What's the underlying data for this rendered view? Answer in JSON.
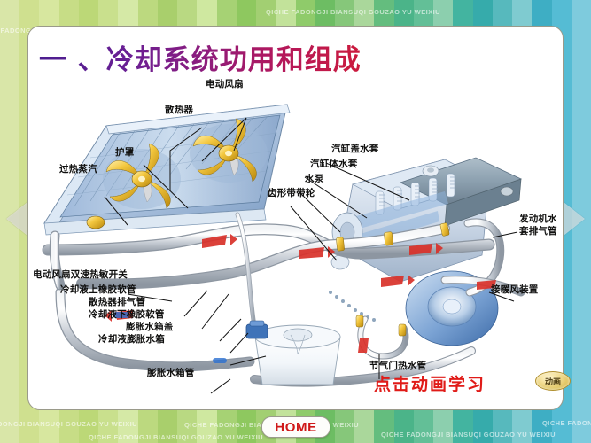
{
  "slide": {
    "title": "一 、冷却系统功用和组成",
    "title_gradient_from": "#4b1d8f",
    "title_gradient_to": "#cc1a3c"
  },
  "background": {
    "watermark_text": "QICHE FADONGJI BIANSUQI GOUZAO YU WEIXIU",
    "stripe_colors": [
      "#d9e6a8",
      "#cfe08f",
      "#d7e79f",
      "#c7dd86",
      "#bcd877",
      "#c9e08d",
      "#d5e9a6",
      "#bcd97f",
      "#a9cf6c",
      "#b9d982",
      "#cfe8a0",
      "#a6d274",
      "#8ec85f",
      "#a2cf72",
      "#c2e29a",
      "#8fcb6a",
      "#6dbd63",
      "#86c77a",
      "#aad79b",
      "#64bd7e",
      "#4bb489",
      "#63bf97",
      "#8ccfae",
      "#43b4a0",
      "#36abab",
      "#57b9bd",
      "#7fcbd0",
      "#3eaec4",
      "#55bcd4",
      "#7ecbdd"
    ]
  },
  "nav": {
    "prev_label": "prev-slide",
    "next_label": "next-slide"
  },
  "labels": {
    "electric_fan": "电动风扇",
    "radiator": "散热器",
    "shroud": "护罩",
    "superheated_steam": "过热蒸汽",
    "fan_dual_speed_switch": "电动风扇双速热敏开关",
    "coolant_upper_hose": "冷却液上橡胶软管",
    "radiator_bleed_pipe": "散热器排气管",
    "coolant_lower_hose": "冷却液下橡胶软管",
    "expansion_tank_cap": "膨胀水箱盖",
    "coolant_expansion_tank": "冷却液膨胀水箱",
    "expansion_tank_pipe": "膨胀水箱管",
    "cylinder_head_water_jacket": "汽缸盖水套",
    "cylinder_block_water_jacket": "汽缸体水套",
    "water_pump": "水泵",
    "toothed_belt_pulley": "齿形带带轮",
    "engine_jacket_bleed_pipe_l1": "发动机水",
    "engine_jacket_bleed_pipe_l2": "套排气管",
    "to_heater_unit": "接暖风装置",
    "throttle_hot_water_pipe": "节气门热水管"
  },
  "cta": {
    "text": "点击动画学习",
    "color": "#e01b18",
    "badge_label": "动画"
  },
  "home": {
    "label": "HOME",
    "color": "#cf1818"
  }
}
